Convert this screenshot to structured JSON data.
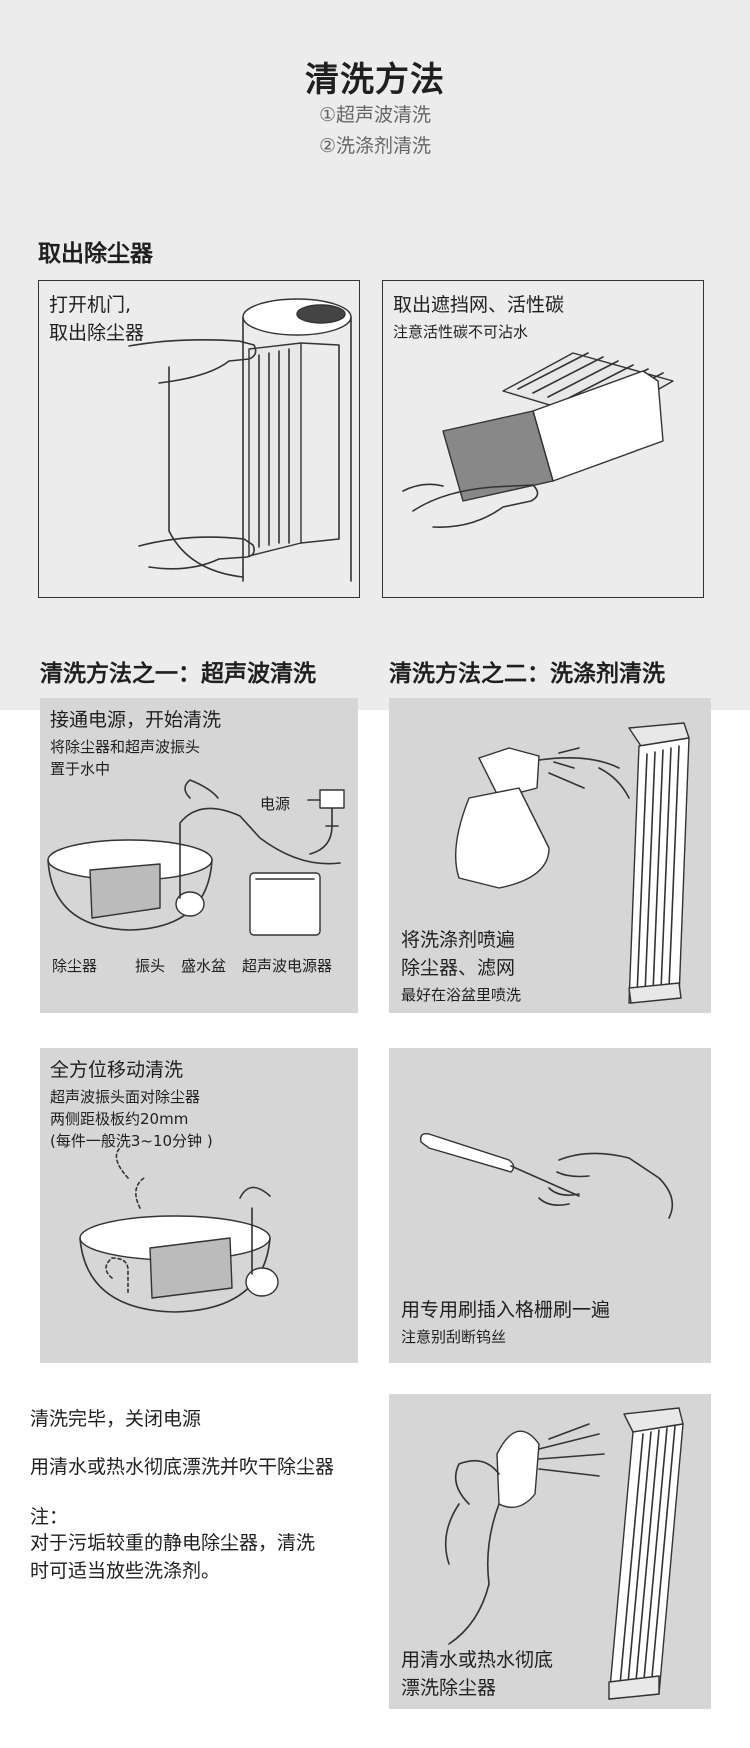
{
  "header": {
    "title": "清洗方法",
    "method1": "①超声波清洗",
    "method2": "②洗涤剂清洗"
  },
  "remove": {
    "heading": "取出除尘器",
    "left": {
      "line1": "打开机门,",
      "line2": "取出除尘器"
    },
    "right": {
      "line1": "取出遮挡网、活性碳",
      "line2": "注意活性碳不可沾水"
    }
  },
  "method_one": {
    "heading": "清洗方法之一：超声波清洗",
    "step1": {
      "title": "接通电源，开始清洗",
      "line1": "将除尘器和超声波振头",
      "line2": "置于水中",
      "power_label": "电源",
      "labels": [
        "除尘器",
        "振头",
        "盛水盆",
        "超声波电源器"
      ]
    },
    "step2": {
      "title": "全方位移动清洗",
      "line1": "超声波振头面对除尘器",
      "line2": "两侧距极板约20mm",
      "line3": "(每件一般洗3~10分钟 )"
    }
  },
  "method_two": {
    "heading": "清洗方法之二：洗涤剂清洗",
    "step1": {
      "line1": "将洗涤剂喷遍",
      "line2": "除尘器、滤网",
      "line3": "最好在浴盆里喷洗"
    },
    "step2": {
      "line1": "用专用刷插入格栅刷一遍",
      "line2": "注意别刮断钨丝"
    },
    "step3": {
      "line1": "用清水或热水彻底",
      "line2": "漂洗除尘器"
    }
  },
  "finish": {
    "line1": "清洗完毕，关闭电源",
    "line2": "用清水或热水彻底漂洗并吹干除尘器",
    "note_label": "注：",
    "note1": "对于污垢较重的静电除尘器，清洗",
    "note2": "时可适当放些洗涤剂。"
  }
}
